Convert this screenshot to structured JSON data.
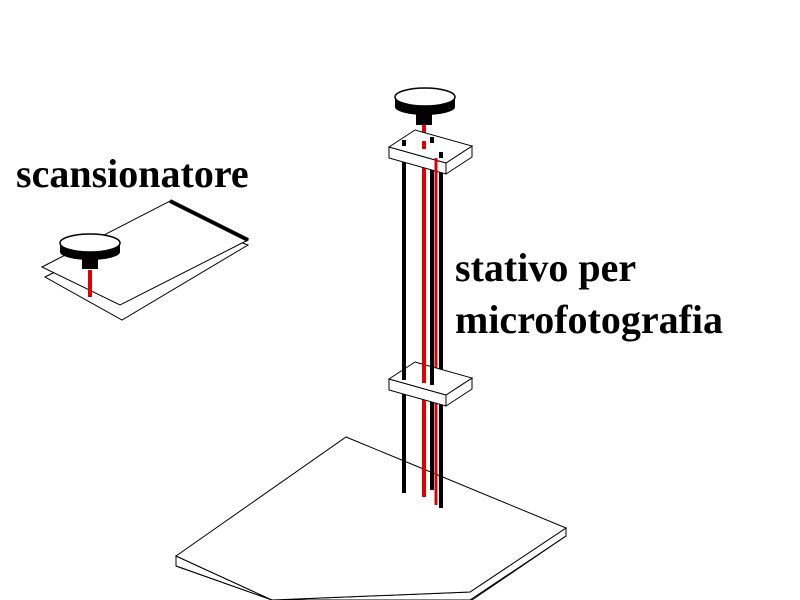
{
  "labels": {
    "scanner": "scansionatore",
    "stand_line1": "stativo per",
    "stand_line2": "microfotografia"
  },
  "colors": {
    "background": "#ffffff",
    "line": "#000000",
    "accent": "#e00000"
  }
}
